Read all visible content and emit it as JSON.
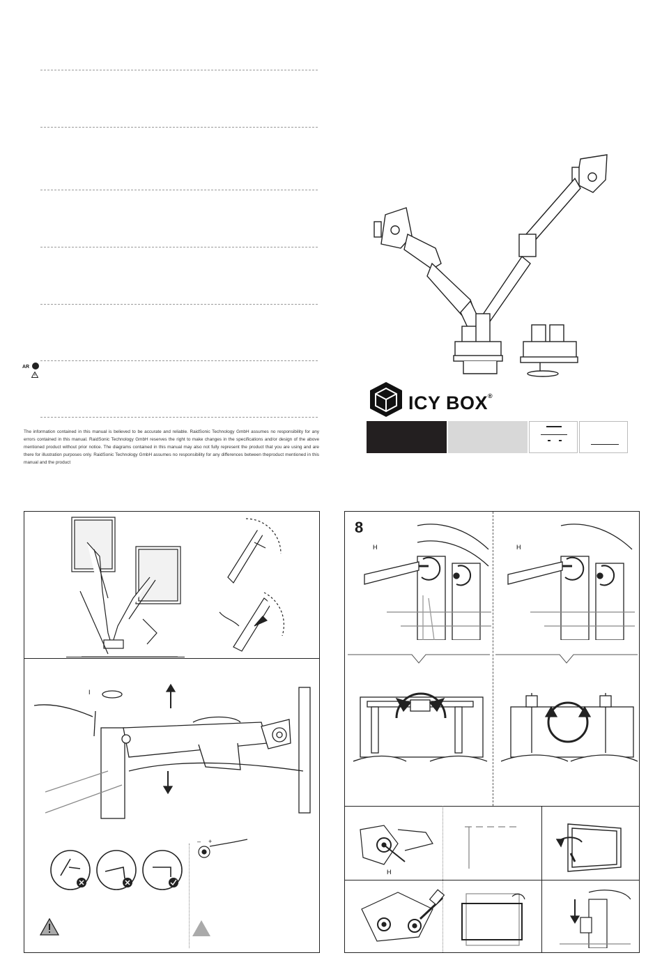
{
  "cover": {
    "brand_name": "ICY BOX",
    "brand_mark": "®",
    "disclaimer": "The information contained in this manual is believed to be accurate and reliable. RaidSonic Technology GmbH assumes no responsibility for any errors contained in this manual. RaidSonic Technology GmbH reserves the right to make changes in the specifications and/or design of the above mentioned product without prior notice. The diagrams contained in this manual may also not fully represent the product that you are using and are there for illustration purposes only. RaidSonic Technology GmbH assumes no responsibility for any differences between theproduct mentioned in this manual and the product",
    "language_code": "AR"
  },
  "steps": {
    "step8_number": "8",
    "tool_label_h": "H",
    "tool_label_i": "I"
  },
  "colors": {
    "ink": "#1a1a1a",
    "brand_bar": "#231f20",
    "gray_bar": "#d8d8d8"
  }
}
